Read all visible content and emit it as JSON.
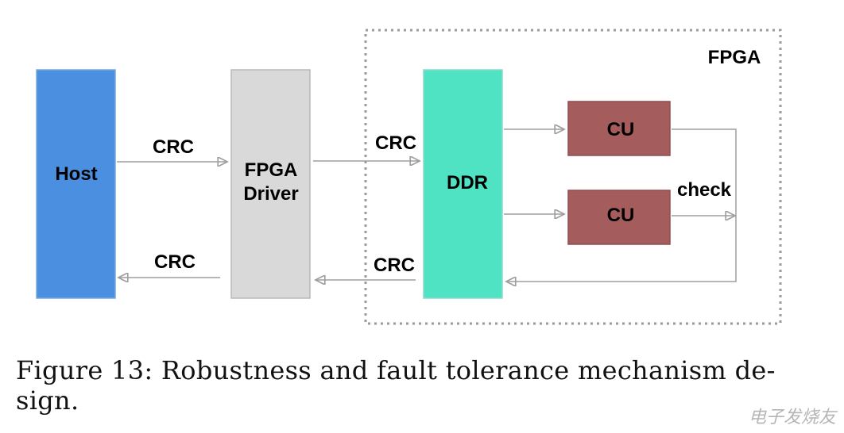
{
  "diagram": {
    "fpga_region_label": "FPGA",
    "nodes": {
      "host": "Host",
      "fpga_driver_line1": "FPGA",
      "fpga_driver_line2": "Driver",
      "ddr": "DDR",
      "cu_top": "CU",
      "cu_bottom": "CU"
    },
    "edge_labels": {
      "host_to_driver": "CRC",
      "driver_to_host": "CRC",
      "driver_to_ddr": "CRC",
      "ddr_to_driver": "CRC",
      "cu_check": "check"
    },
    "colors": {
      "host": "#4a8fe0",
      "fpga_driver": "#d9d9d9",
      "ddr": "#4fe2c3",
      "cu": "#a45c5c",
      "arrow": "#9e9e9e",
      "fpga_border": "#9a9a9a"
    }
  },
  "caption": {
    "line1": "Figure 13: Robustness and fault tolerance mechanism de-",
    "line2": "sign."
  },
  "watermark": "电子发烧友"
}
